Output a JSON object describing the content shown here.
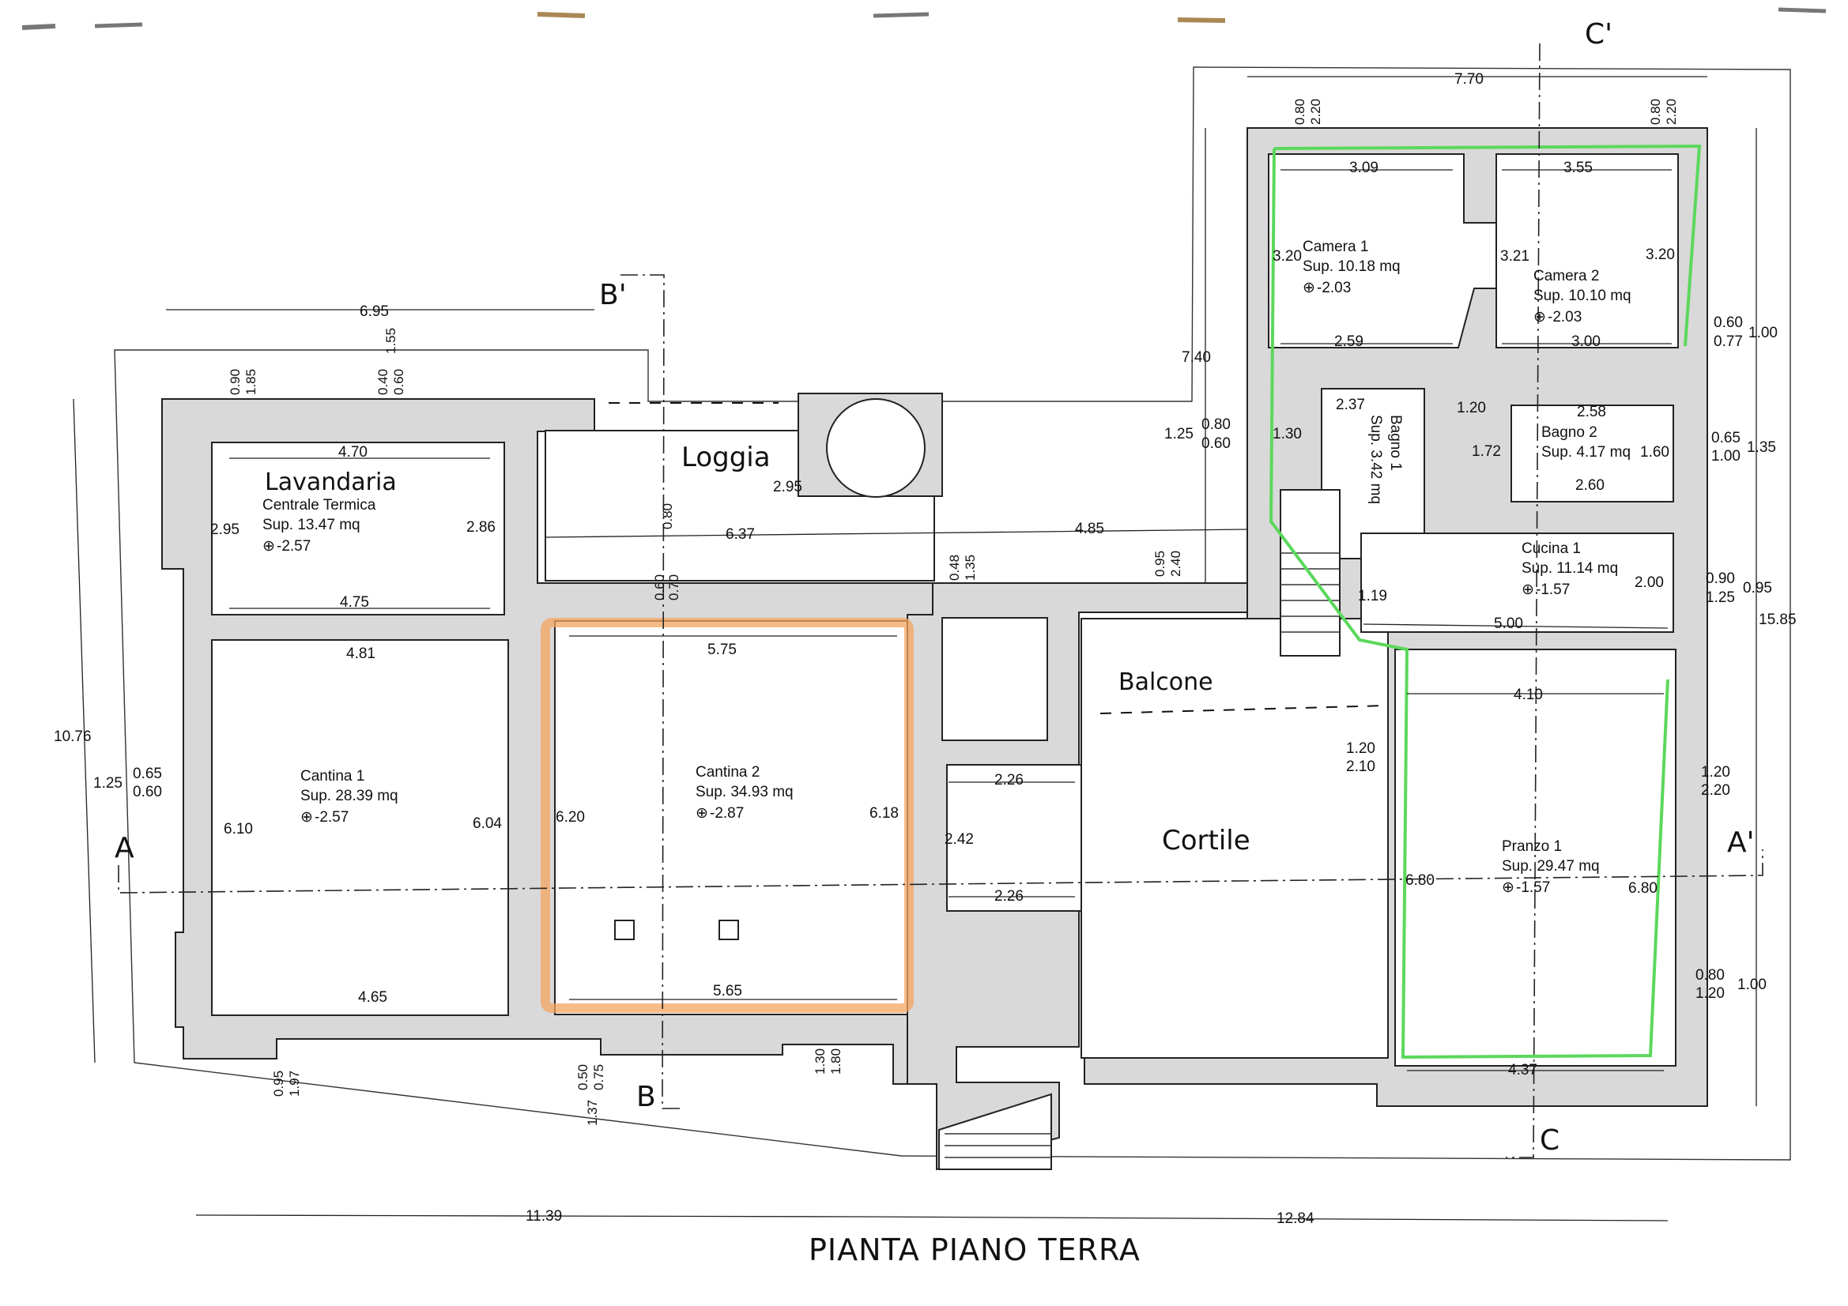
{
  "title": "PIANTA PIANO TERRA",
  "accent_colors": {
    "cantina2_outline": "#f4a460",
    "east_rooms_outline": "#5bd85b"
  },
  "sections": {
    "a": "A",
    "a_prime": "A'",
    "b": "B",
    "b_prime": "B'",
    "c": "C",
    "c_prime": "C'"
  },
  "labels": {
    "loggia": "Loggia",
    "balcone": "Balcone",
    "cortile": "Cortile"
  },
  "rooms": {
    "lavanderia": {
      "name": "Lavandaria",
      "sub": "Centrale Termica",
      "area": "Sup. 13.47 mq",
      "level": "-2.57"
    },
    "cantina1": {
      "name": "Cantina 1",
      "area": "Sup. 28.39 mq",
      "level": "-2.57"
    },
    "cantina2": {
      "name": "Cantina 2",
      "area": "Sup. 34.93 mq",
      "level": "-2.87"
    },
    "camera1": {
      "name": "Camera 1",
      "area": "Sup. 10.18 mq",
      "level": "-2.03"
    },
    "camera2": {
      "name": "Camera 2",
      "area": "Sup. 10.10 mq",
      "level": "-2.03"
    },
    "bagno1": {
      "name": "Bagno 1",
      "area": "Sup. 3.42 mq"
    },
    "bagno2": {
      "name": "Bagno 2",
      "area": "Sup. 4.17 mq"
    },
    "cucina1": {
      "name": "Cucina 1",
      "area": "Sup. 11.14 mq",
      "level": "-1.57"
    },
    "pranzo1": {
      "name": "Pranzo 1",
      "area": "Sup. 29.47 mq",
      "level": "-1.57"
    }
  },
  "dims": {
    "d_6_95": "6.95",
    "d_10_76": "10.76",
    "d_11_39": "11.39",
    "d_12_84": "12.84",
    "d_7_70": "7.70",
    "d_7_40": "7.40",
    "d_15_85": "15.85",
    "d_4_70": "4.70",
    "d_4_75": "4.75",
    "d_2_95a": "2.95",
    "d_2_86": "2.86",
    "d_0_90": "0.90",
    "d_1_85": "1.85",
    "d_0_40": "0.40",
    "d_0_60a": "0.60",
    "d_1_55": "1.55",
    "d_4_81": "4.81",
    "d_4_65": "4.65",
    "d_6_10": "6.10",
    "d_6_04": "6.04",
    "d_1_25a": "1.25",
    "d_0_65a": "0.65",
    "d_0_60b": "0.60",
    "d_0_95a": "0.95",
    "d_1_97": "1.97",
    "d_6_37": "6.37",
    "d_2_95b": "2.95",
    "d_4_85": "4.85",
    "d_0_60c": "0.60",
    "d_0_70": "0.70",
    "d_0_80a": "0.80",
    "d_5_75": "5.75",
    "d_5_65": "5.65",
    "d_6_20": "6.20",
    "d_6_18": "6.18",
    "d_0_50": "0.50",
    "d_0_75": "0.75",
    "d_1_37": "1.37",
    "d_1_30a": "1.30",
    "d_1_80": "1.80",
    "d_0_48": "0.48",
    "d_1_35a": "1.35",
    "d_0_95b": "0.95",
    "d_2_40": "2.40",
    "d_2_26a": "2.26",
    "d_2_26b": "2.26",
    "d_2_42": "2.42",
    "d_3_09": "3.09",
    "d_3_55": "3.55",
    "d_3_20a": "3.20",
    "d_3_21": "3.21",
    "d_3_20b": "3.20",
    "d_2_59": "2.59",
    "d_3_00": "3.00",
    "d_0_80b": "0.80",
    "d_2_20a": "2.20",
    "d_0_80c": "0.80",
    "d_2_20b": "2.20",
    "d_0_60d": "0.60",
    "d_0_77": "0.77",
    "d_1_00a": "1.00",
    "d_1_25b": "1.25",
    "d_0_80d": "0.80",
    "d_0_60e": "0.60",
    "d_1_30b": "1.30",
    "d_2_37": "2.37",
    "d_1_20a": "1.20",
    "d_1_72": "1.72",
    "d_2_58": "2.58",
    "d_2_60": "2.60",
    "d_1_60": "1.60",
    "d_0_65b": "0.65",
    "d_1_00b": "1.00",
    "d_1_35b": "1.35",
    "d_1_19": "1.19",
    "d_5_00": "5.00",
    "d_2_00": "2.00",
    "d_0_90b": "0.90",
    "d_1_25c": "1.25",
    "d_0_95c": "0.95",
    "d_4_10": "4.10",
    "d_4_37": "4.37",
    "d_6_80a": "6.80",
    "d_6_80b": "6.80",
    "d_1_20b": "1.20",
    "d_2_10": "2.10",
    "d_1_20c": "1.20",
    "d_2_20c": "2.20",
    "d_0_80e": "0.80",
    "d_1_20d": "1.20",
    "d_1_00c": "1.00"
  }
}
